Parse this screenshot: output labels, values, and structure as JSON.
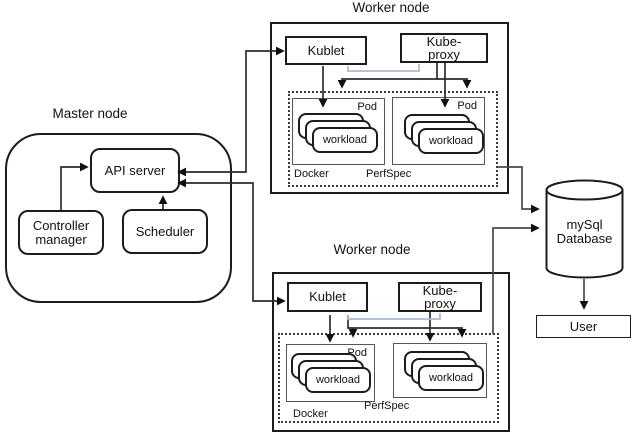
{
  "master": {
    "title": "Master node",
    "api_server_label": "API server",
    "controller_manager_label": "Controller manager",
    "scheduler_label": "Scheduler"
  },
  "workers": [
    {
      "title": "Worker node",
      "kublet_label": "Kublet",
      "kube_proxy_line1": "Kube-",
      "kube_proxy_line2": "proxy",
      "docker_label": "Docker",
      "perfspec_label": "PerfSpec",
      "pods": [
        {
          "label": "Pod",
          "workload_label": "workload"
        },
        {
          "label": "Pod",
          "workload_label": "workload"
        }
      ]
    },
    {
      "title": "Worker node",
      "kublet_label": "Kublet",
      "kube_proxy_line1": "Kube-",
      "kube_proxy_line2": "proxy",
      "docker_label": "Docker",
      "perfspec_label": "PerfSpec",
      "pods": [
        {
          "label": "Pod",
          "workload_label": "workload"
        },
        {
          "label": "",
          "workload_label": "workload"
        }
      ]
    }
  ],
  "database": {
    "line1": "mySql",
    "line2": "Database"
  },
  "user_label": "User",
  "colors": {
    "line": "#2d2d2d",
    "db_line": "#4a4a4a",
    "blue_line": "#a5bcd8",
    "border": "#1c1c1c",
    "arrowhead": "#101010"
  }
}
